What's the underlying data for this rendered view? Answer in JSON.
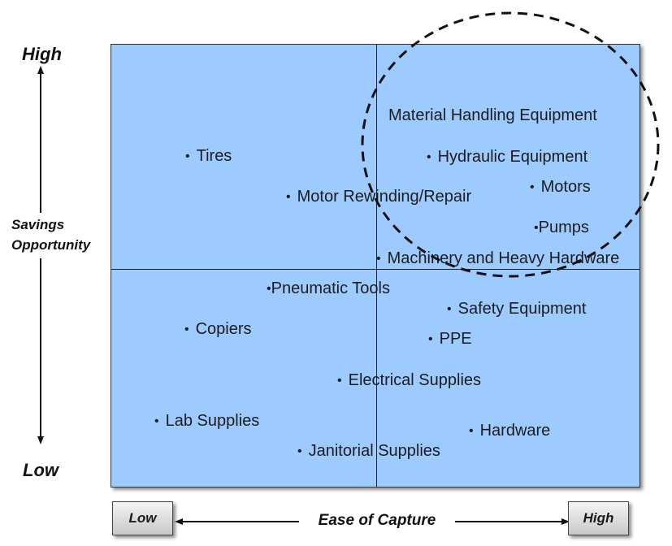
{
  "y_axis": {
    "high": "High",
    "low": "Low",
    "label_line1": "Savings",
    "label_line2": "Opportunity"
  },
  "x_axis": {
    "low": "Low",
    "high": "High",
    "label": "Ease of Capture"
  },
  "items": [
    {
      "id": "tires",
      "label": "Tires",
      "ease": 0.14,
      "savings": 0.75
    },
    {
      "id": "material-handling",
      "label": "Material Handling Equipment",
      "ease": 0.72,
      "savings": 0.84
    },
    {
      "id": "hydraulic",
      "label": "Hydraulic Equipment",
      "ease": 0.72,
      "savings": 0.75
    },
    {
      "id": "motors",
      "label": "Motors",
      "ease": 0.87,
      "savings": 0.68
    },
    {
      "id": "motor-rewinding",
      "label": "Motor Rewinding/Repair",
      "ease": 0.48,
      "savings": 0.66
    },
    {
      "id": "pumps",
      "label": "Pumps",
      "ease": 0.86,
      "savings": 0.59
    },
    {
      "id": "machinery",
      "label": "Machinery and Heavy Hardware",
      "ease": 0.72,
      "savings": 0.52
    },
    {
      "id": "pneumatic",
      "label": "Pneumatic Tools",
      "ease": 0.39,
      "savings": 0.45
    },
    {
      "id": "safety",
      "label": "Safety Equipment",
      "ease": 0.77,
      "savings": 0.41
    },
    {
      "id": "copiers",
      "label": "Copiers",
      "ease": 0.15,
      "savings": 0.35
    },
    {
      "id": "ppe",
      "label": "PPE",
      "ease": 0.6,
      "savings": 0.33
    },
    {
      "id": "electrical",
      "label": "Electrical Supplies",
      "ease": 0.53,
      "savings": 0.24
    },
    {
      "id": "lab",
      "label": "Lab Supplies",
      "ease": 0.1,
      "savings": 0.15
    },
    {
      "id": "hardware",
      "label": "Hardware",
      "ease": 0.79,
      "savings": 0.13
    },
    {
      "id": "janitorial",
      "label": "Janitorial Supplies",
      "ease": 0.42,
      "savings": 0.08
    }
  ]
}
